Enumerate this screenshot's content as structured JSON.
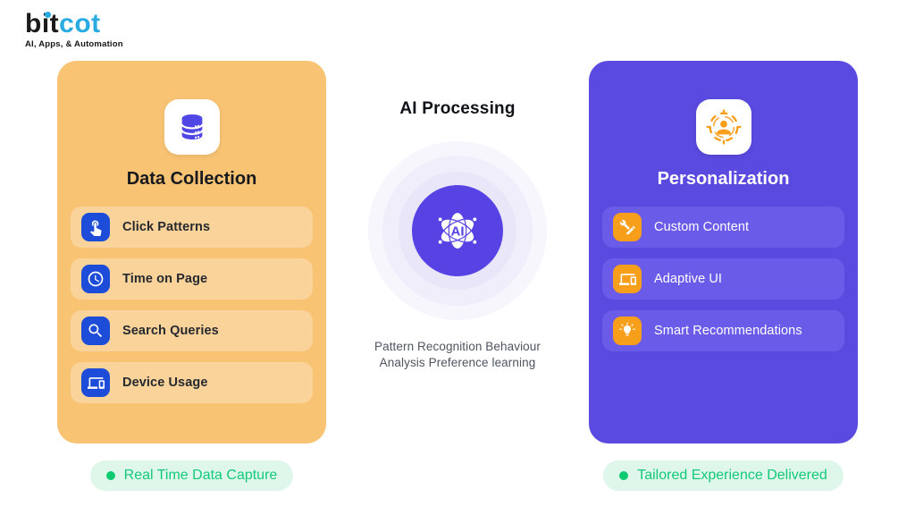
{
  "logo": {
    "bit": "bit",
    "cot": "cot",
    "tagline": "AI, Apps, & Automation"
  },
  "left_panel": {
    "title": "Data Collection",
    "header_icon": "database-icon",
    "items": [
      {
        "label": "Click Patterns",
        "icon": "click-touch-icon"
      },
      {
        "label": "Time on Page",
        "icon": "clock-icon"
      },
      {
        "label": "Search Queries",
        "icon": "search-icon"
      },
      {
        "label": "Device Usage",
        "icon": "devices-icon"
      }
    ],
    "badge": {
      "label": "Real Time Data Capture"
    }
  },
  "center": {
    "title": "AI Processing",
    "icon": "ai-atom-icon",
    "caption_line1": "Pattern Recognition Behaviour",
    "caption_line2": "Analysis Preference learning"
  },
  "right_panel": {
    "title": "Personalization",
    "header_icon": "person-target-icon",
    "items": [
      {
        "label": "Custom Content",
        "icon": "tools-icon"
      },
      {
        "label": "Adaptive UI",
        "icon": "devices-icon"
      },
      {
        "label": "Smart Recommendations",
        "icon": "lightbulb-icon"
      }
    ],
    "badge": {
      "label": "Tailored Experience Delivered"
    }
  },
  "colors": {
    "panel_orange": "#F8C373",
    "item_orange": "#FAD39A",
    "icon_blue": "#1D4DD8",
    "panel_purple": "#5A4AE0",
    "item_purple": "#6A5CE8",
    "icon_orange": "#F79E1B",
    "accent_purple": "#5743E3",
    "badge_bg": "#DFF7EB",
    "badge_green": "#12C97A",
    "logo_blue": "#29ABE2",
    "ring1": "#F7F6FD",
    "ring2": "#F0EEFB",
    "ring3": "#E9E6F9"
  }
}
